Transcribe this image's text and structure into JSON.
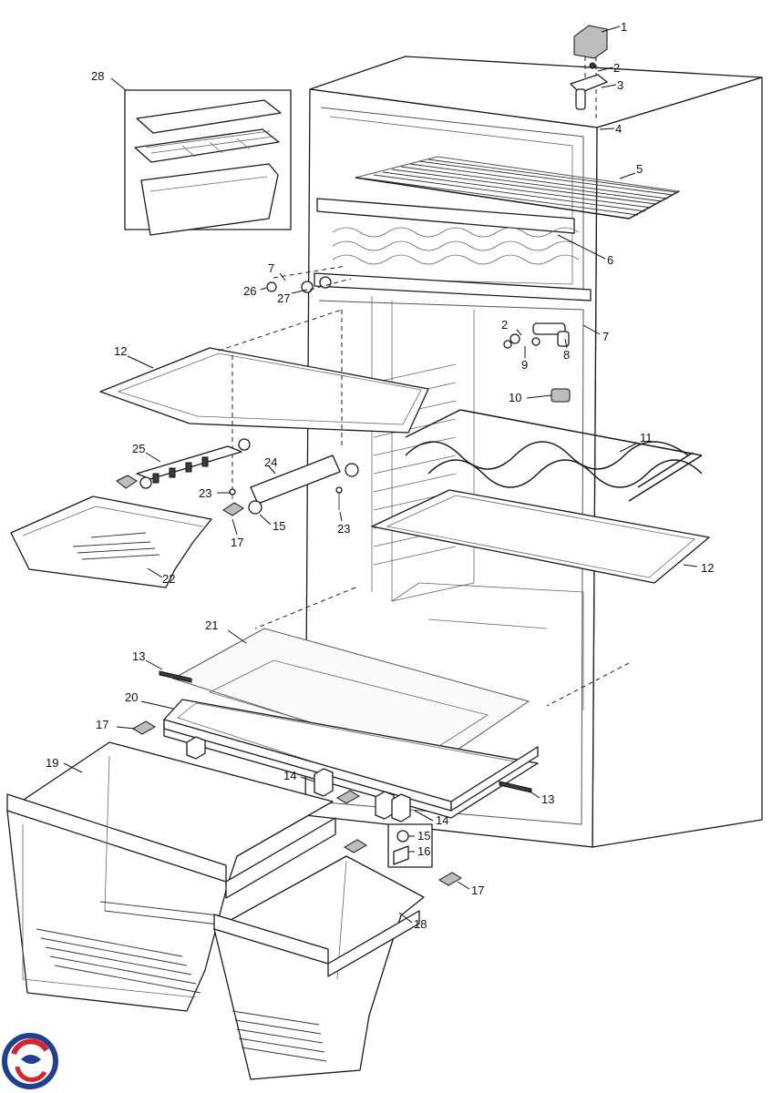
{
  "callouts": [
    "1",
    "2",
    "3",
    "4",
    "5",
    "6",
    "7",
    "26",
    "27",
    "2",
    "9",
    "8",
    "7",
    "10",
    "11",
    "12",
    "12",
    "25",
    "24",
    "23",
    "23",
    "17",
    "15",
    "22",
    "21",
    "13",
    "20",
    "17",
    "19",
    "14",
    "14",
    "15",
    "16",
    "13",
    "17",
    "18",
    "28"
  ],
  "logo": {
    "colors": [
      "#1f3f8f",
      "#d8232a"
    ]
  }
}
